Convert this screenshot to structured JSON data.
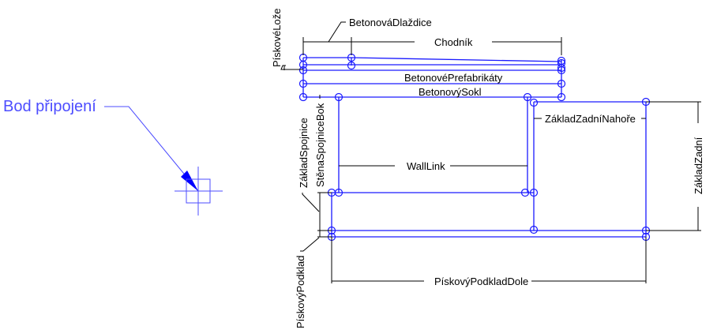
{
  "attach_point": {
    "label": "Bod připojení"
  },
  "labels": {
    "sand_bed": "PískovéLože",
    "concrete_tile": "BetonováDlaždice",
    "sidewalk": "Chodník",
    "concrete_precast": "BetonovéPrefabrikáty",
    "concrete_plinth": "BetonovýSokl",
    "footing_link": "ZákladSpojnice",
    "wall_link_side": "StěnaSpojniceBok",
    "wall_link": "WallLink",
    "footing_back_top": "ZákladZadníNahoře",
    "footing_back": "ZákladZadní",
    "sand_base": "PískovýPodklad",
    "sand_base_bottom": "PískovýPodkladDole"
  },
  "colors": {
    "geometry": "#1a1aff",
    "label_blue": "#4d4dff",
    "dimension": "#000000"
  }
}
